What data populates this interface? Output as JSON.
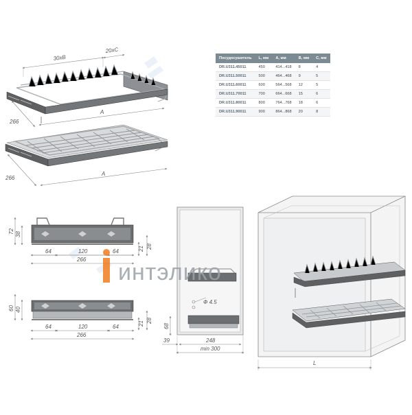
{
  "table": {
    "headers": [
      "Посудосушитель",
      "L, мм",
      "A, мм",
      "B, мм",
      "C, мм"
    ],
    "rows": [
      [
        "DR.U311.45011",
        "450",
        "414...418",
        "8",
        "4"
      ],
      [
        "DR.U311.50011",
        "500",
        "464...468",
        "9",
        "5"
      ],
      [
        "DR.U311.60011",
        "600",
        "564...568",
        "12",
        "5"
      ],
      [
        "DR.U311.70011",
        "700",
        "664...668",
        "15",
        "6"
      ],
      [
        "DR.U311.80011",
        "800",
        "764...768",
        "18",
        "6"
      ],
      [
        "DR.U311.90011",
        "900",
        "864...868",
        "20",
        "8"
      ]
    ]
  },
  "top_rack": {
    "label_30xB": "30xB",
    "label_20xC": "20xC",
    "depth": "266",
    "width": "A"
  },
  "bottom_rack": {
    "depth": "266",
    "width": "A"
  },
  "front_top": {
    "h72": "72",
    "h38": "38",
    "h21": "21",
    "h28": "28",
    "d64a": "64",
    "d120": "120",
    "d64b": "64",
    "d266": "266"
  },
  "front_bottom": {
    "h60": "60",
    "h40": "40",
    "h21": "21",
    "h28": "28",
    "d64a": "64",
    "d120": "120",
    "d64b": "64",
    "d266": "266"
  },
  "side": {
    "hole": "Ф 4.5",
    "h68": "68",
    "d39": "39",
    "d248": "248",
    "min": "min 300"
  },
  "cabinet": {
    "width": "L"
  },
  "watermark": {
    "brand": "интэлико"
  },
  "colors": {
    "rack_frame": "#5e6062",
    "rack_wire": "#a9adb0",
    "dim_line": "#888888",
    "brand_orange": "#f07d22",
    "table_header": "#7c8a94",
    "cabinet": "#e9eaec"
  }
}
